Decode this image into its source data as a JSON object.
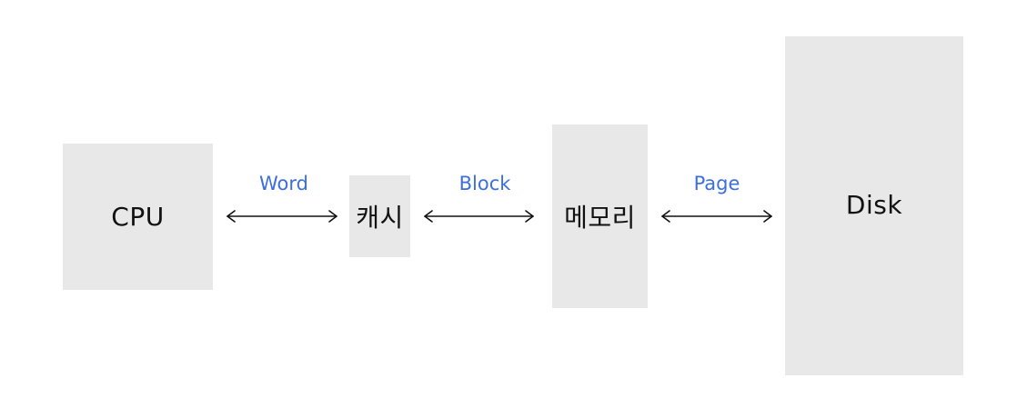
{
  "diagram": {
    "nodes": {
      "cpu": "CPU",
      "cache": "캐시",
      "memory": "메모리",
      "disk": "Disk"
    },
    "links": {
      "cpu_cache": "Word",
      "cache_memory": "Block",
      "memory_disk": "Page"
    }
  },
  "colors": {
    "box_fill": "#e8e8e8",
    "link_label": "#3b6fe0",
    "text": "#111111",
    "background": "#ffffff"
  }
}
